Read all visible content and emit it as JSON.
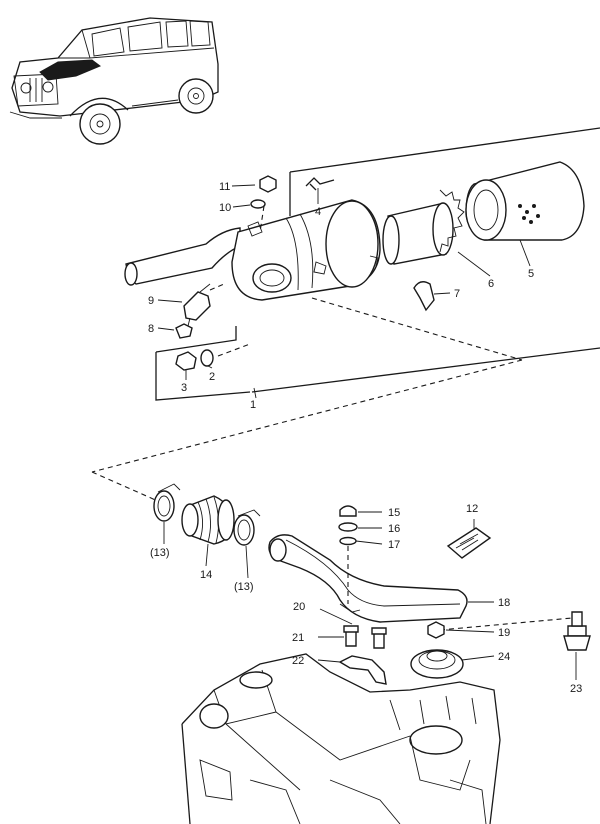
{
  "callouts": {
    "c1": "1",
    "c2": "2",
    "c3": "3",
    "c4": "4",
    "c5": "5",
    "c6": "6",
    "c7": "7",
    "c8": "8",
    "c9": "9",
    "c10": "10",
    "c11": "11",
    "c12": "12",
    "c13a": "(13)",
    "c13b": "(13)",
    "c14": "14",
    "c15": "15",
    "c16": "16",
    "c17": "17",
    "c18": "18",
    "c19": "19",
    "c20": "20",
    "c21": "21",
    "c22": "22",
    "c23": "23",
    "c24": "24"
  }
}
